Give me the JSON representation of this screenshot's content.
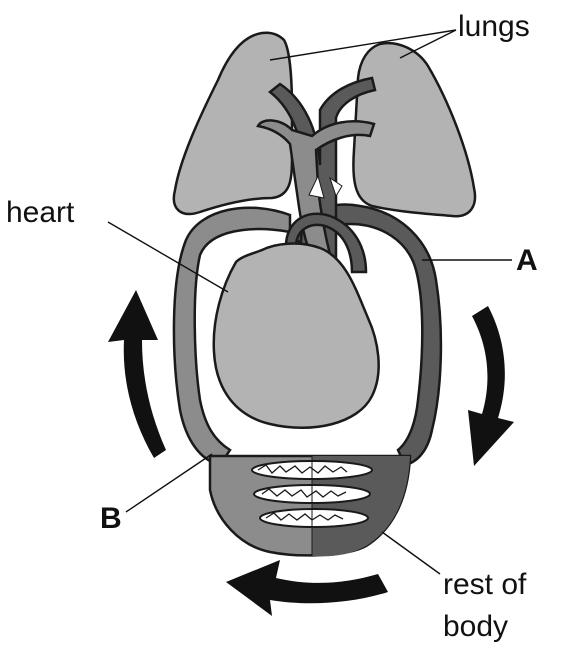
{
  "labels": {
    "lungs": "lungs",
    "heart": "heart",
    "vessel_a": "A",
    "vessel_b": "B",
    "rest_of_body_line1": "rest of",
    "rest_of_body_line2": "body"
  },
  "colors": {
    "organ_fill": "#b3b3b3",
    "vessel_light": "#8c8c8c",
    "vessel_dark": "#5a5a5a",
    "outline": "#1a1a1a",
    "arrow": "#111111",
    "background": "#ffffff"
  }
}
